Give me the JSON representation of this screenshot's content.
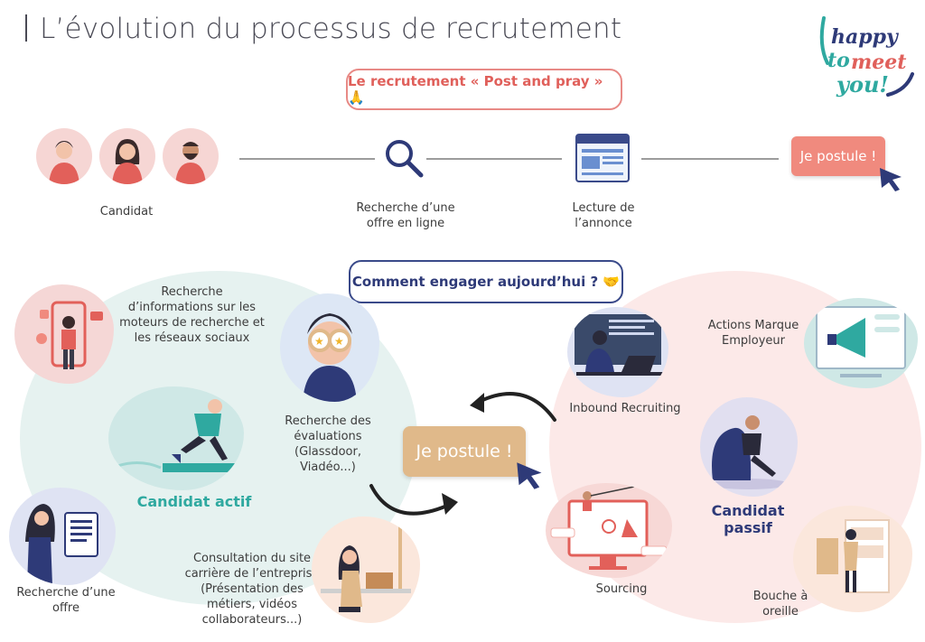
{
  "title": "L’évolution du processus de recrutement",
  "logo": {
    "text_line1": "happy",
    "text_line2": "to meet",
    "text_line3": "you!"
  },
  "top_banner": "Le recrutement « Post and pray » 🙏",
  "top_flow": {
    "candidat": "Candidat",
    "recherche": "Recherche d’une offre en ligne",
    "lecture": "Lecture de l’annonce",
    "postule": "Je postule !"
  },
  "mid_banner": "Comment engager aujourd’hui ? 🤝",
  "left": {
    "recherche_info": "Recherche d’informations sur les moteurs de recherche et les réseaux sociaux",
    "recherche_evaluations": "Recherche des évaluations (Glassdoor, Viadéo...)",
    "candidat_actif": "Candidat actif",
    "recherche_offre": "Recherche d’une offre",
    "consultation": "Consultation du site carrière de l’entreprise (Présentation des métiers, vidéos collaborateurs...)"
  },
  "center_button": "Je postule !",
  "right": {
    "inbound": "Inbound Recruiting",
    "actions": "Actions Marque Employeur",
    "candidat_passif": "Candidat passif",
    "sourcing": "Sourcing",
    "bouche": "Bouche à oreille"
  },
  "colors": {
    "accent_pink": "#e0605b",
    "navy": "#2e3a78",
    "teal": "#2fa9a0",
    "tan": "#e0b98a",
    "btn_pink": "#f08a7e"
  }
}
